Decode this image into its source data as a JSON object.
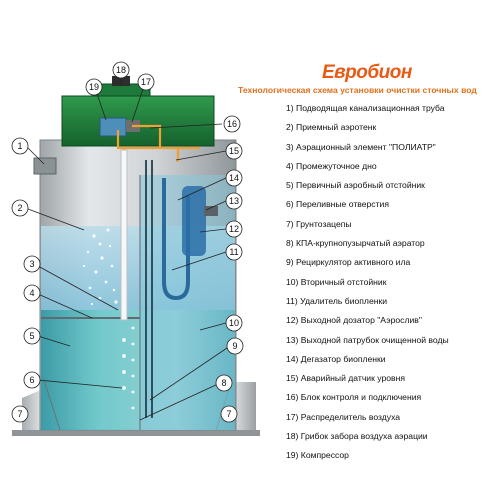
{
  "brand": {
    "logo": "Евробион",
    "accent_color": "#e95a14"
  },
  "title": "Технологическая схема установки очистки сточных вод",
  "legend": [
    "1) Подводящая канализационная труба",
    "2) Приемный аэротенк",
    "3) Аэрационный элемент \"ПОЛИАТР\"",
    "4) Промежуточное дно",
    "5) Первичный аэробный отстойник",
    "6) Переливные отверстия",
    "7) Грунтозацепы",
    "8) КПА-крупнопузырчатый аэратор",
    "9) Рециркулятор активного ила",
    "10) Вторичный отстойник",
    "11) Удалитель биопленки",
    "12) Выходной дозатор  \"Аэрослив\"",
    "13) Выходной патрубок очищенной воды",
    "14) Дегазатор биопленки",
    "15) Аварийный датчик уровня",
    "16) Блок контроля и подключения",
    "17) Распределитель воздуха",
    "18) Грибок забора воздуха аэрации",
    "19) Компрессор"
  ],
  "callouts": [
    "1",
    "2",
    "3",
    "4",
    "5",
    "6",
    "7",
    "7",
    "8",
    "9",
    "10",
    "11",
    "12",
    "13",
    "14",
    "15",
    "16",
    "17",
    "18",
    "19"
  ],
  "colors": {
    "lid_green": "#1f7a3c",
    "water_blue": "#7fc3dc",
    "water_teal": "#4fb3b8",
    "tank_grey": "#cfd3d6",
    "orange_pipe": "#f0a030"
  }
}
